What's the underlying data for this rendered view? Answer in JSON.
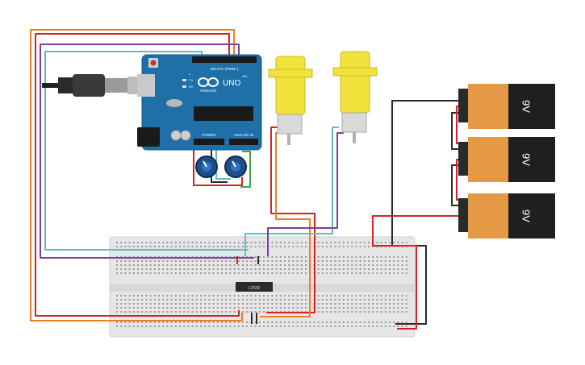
{
  "arduino": {
    "brand_text": "ARDUINO",
    "model_text": "UNO",
    "digital_header": "DIGITAL (PWM~)",
    "power_header": "POWER",
    "analog_header": "ANALOG IN",
    "tx_label": "TX",
    "rx_label": "RX",
    "l_label": "L",
    "on_label": "ON",
    "board_color": "#1f6fa8"
  },
  "breadboard": {
    "chip_label": "L293D",
    "board_color": "#e8e8e8"
  },
  "batteries": [
    {
      "label": "9V"
    },
    {
      "label": "9V"
    },
    {
      "label": "9V"
    }
  ],
  "motors": [
    {
      "body_color": "#f2e23c"
    },
    {
      "body_color": "#f2e23c"
    }
  ],
  "wire_colors": {
    "orange": "#e8821e",
    "red": "#d6202a",
    "purple": "#7a3fa0",
    "teal": "#5fbfbf",
    "green": "#3aa84a",
    "black": "#2a2a2a"
  }
}
